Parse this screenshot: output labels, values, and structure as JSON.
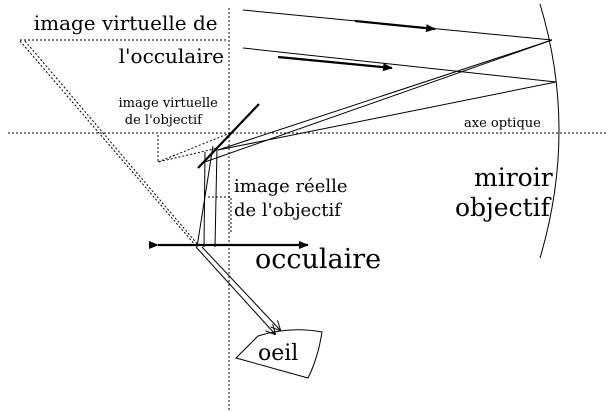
{
  "labels": {
    "eyepiece_virtual_image": [
      "image virtuelle de",
      "l'occulaire"
    ],
    "objective_virtual_image": [
      "image virtuelle",
      "de l'objectif"
    ],
    "optical_axis": "axe optique",
    "objective_real_image": [
      "image réelle",
      "de l'objectif"
    ],
    "primary_mirror": [
      "miroir",
      "objectif"
    ],
    "eyepiece": "occulaire",
    "eye": "oeil"
  }
}
